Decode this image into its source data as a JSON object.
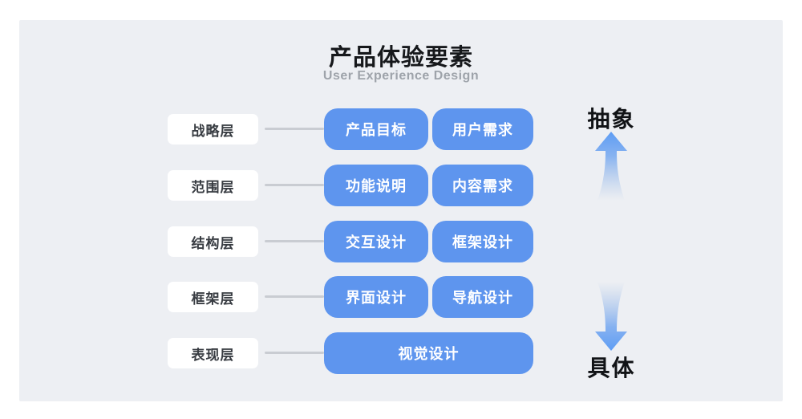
{
  "title": "产品体验要素",
  "subtitle": "User Experience Design",
  "rows": [
    {
      "label": "战略层",
      "boxes": [
        "产品目标",
        "用户需求"
      ]
    },
    {
      "label": "范围层",
      "boxes": [
        "功能说明",
        "内容需求"
      ]
    },
    {
      "label": "结构层",
      "boxes": [
        "交互设计",
        "框架设计"
      ]
    },
    {
      "label": "框架层",
      "boxes": [
        "界面设计",
        "导航设计"
      ]
    },
    {
      "label": "表现层",
      "boxes": [
        "视觉设计"
      ]
    }
  ],
  "axis": {
    "top_label": "抽象",
    "bottom_label": "具体"
  },
  "colors": {
    "page_bg": "#FFFFFF",
    "panel_bg": "#EDEFF3",
    "box_blue": "#5E95EE",
    "label_box_bg": "#FFFFFF",
    "label_text": "#383C42",
    "box_text": "#FFFFFF",
    "connector": "#C9CCD2",
    "title_text": "#16181B",
    "subtitle_text": "#9EA3AA",
    "arrow_blue": "#5D9CF4"
  }
}
